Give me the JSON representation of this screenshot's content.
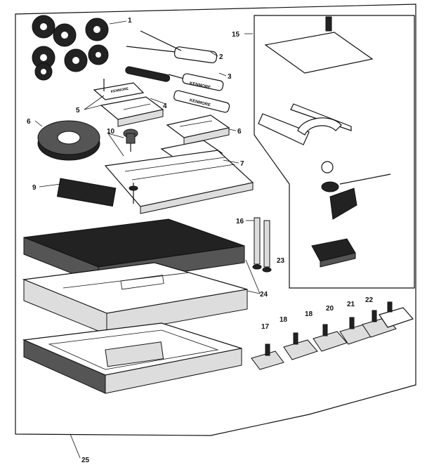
{
  "callouts": [
    {
      "id": "1",
      "text": "1"
    },
    {
      "id": "2",
      "text": "2"
    },
    {
      "id": "3",
      "text": "3"
    },
    {
      "id": "4",
      "text": "4"
    },
    {
      "id": "5",
      "text": "5"
    },
    {
      "id": "6a",
      "text": "6"
    },
    {
      "id": "6b",
      "text": "6"
    },
    {
      "id": "7",
      "text": "7"
    },
    {
      "id": "9",
      "text": "9"
    },
    {
      "id": "10",
      "text": "10"
    },
    {
      "id": "15",
      "text": "15"
    },
    {
      "id": "16",
      "text": "16"
    },
    {
      "id": "17",
      "text": "17"
    },
    {
      "id": "18a",
      "text": "18"
    },
    {
      "id": "18b",
      "text": "18"
    },
    {
      "id": "20",
      "text": "20"
    },
    {
      "id": "21",
      "text": "21"
    },
    {
      "id": "22",
      "text": "22"
    },
    {
      "id": "23",
      "text": "23"
    },
    {
      "id": "24",
      "text": "24"
    },
    {
      "id": "25",
      "text": "25"
    }
  ],
  "brand_marks": [
    "KENMORE"
  ]
}
